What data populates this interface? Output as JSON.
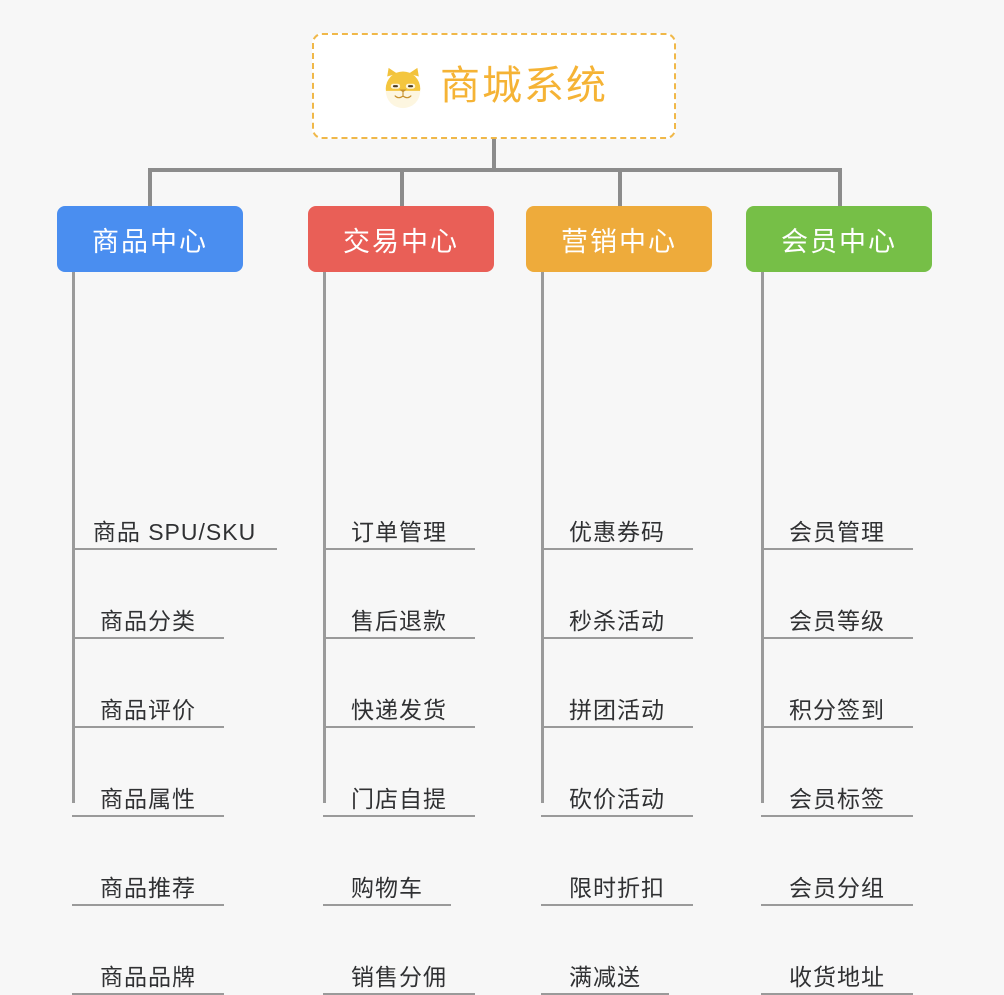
{
  "background_color": "#f7f7f7",
  "root": {
    "icon": "shiba-dog-face-icon",
    "title": "商城系统",
    "text_color": "#f5b335",
    "border_color": "#f0b849"
  },
  "branches": [
    {
      "id": "product-center",
      "label": "商品中心",
      "color": "#4a8ef0",
      "items": [
        "商品 SPU/SKU",
        "商品分类",
        "商品评价",
        "商品属性",
        "商品推荐",
        "商品品牌"
      ]
    },
    {
      "id": "trade-center",
      "label": "交易中心",
      "color": "#e95f57",
      "items": [
        "订单管理",
        "售后退款",
        "快递发货",
        "门店自提",
        "购物车",
        "销售分佣"
      ]
    },
    {
      "id": "marketing-center",
      "label": "营销中心",
      "color": "#eeab3b",
      "items": [
        "优惠券码",
        "秒杀活动",
        "拼团活动",
        "砍价活动",
        "限时折扣",
        "满减送"
      ]
    },
    {
      "id": "member-center",
      "label": "会员中心",
      "color": "#76bf47",
      "items": [
        "会员管理",
        "会员等级",
        "积分签到",
        "会员标签",
        "会员分组",
        "收货地址"
      ]
    }
  ],
  "connector_color": "#8c8c8c",
  "leaf_line_color": "#9a9a9a"
}
